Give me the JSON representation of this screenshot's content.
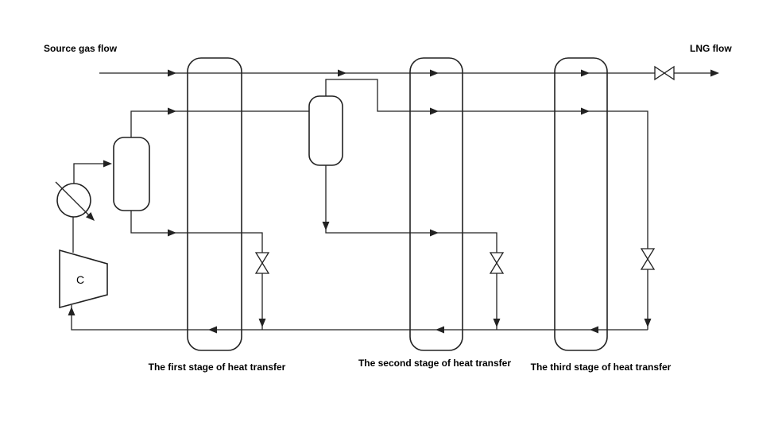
{
  "labels": {
    "source_flow": "Source gas flow",
    "lng_flow": "LNG flow",
    "compressor": "C"
  },
  "stages": [
    {
      "label": "The first stage of heat transfer"
    },
    {
      "label": "The second stage of heat transfer"
    },
    {
      "label": "The third stage of heat transfer"
    }
  ],
  "components": {
    "heat_exchanger_count": "3",
    "valve_count": "4"
  },
  "colors": {
    "line": "#222222",
    "background": "#ffffff",
    "text": "#000000"
  }
}
